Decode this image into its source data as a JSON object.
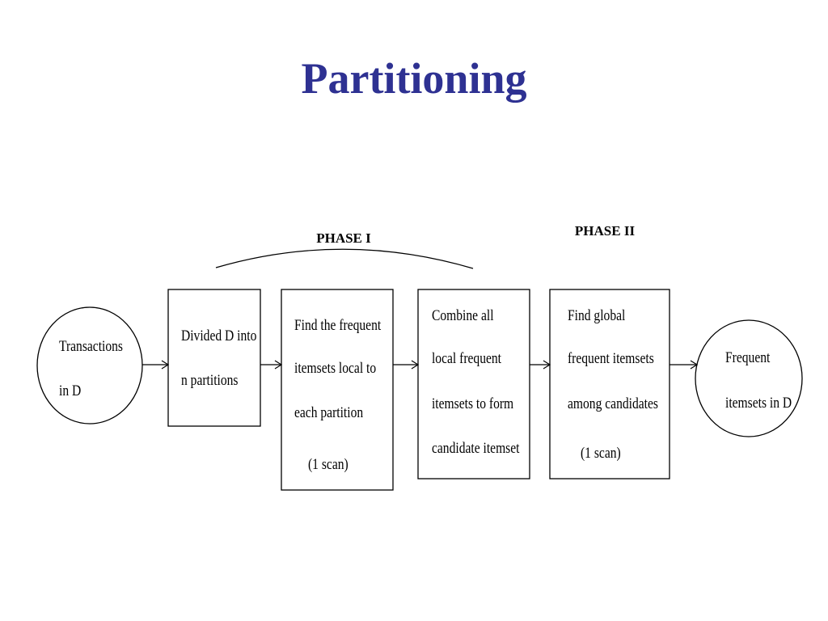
{
  "slide": {
    "title": "Partitioning"
  },
  "phases": {
    "phase1": "PHASE I",
    "phase2": "PHASE II"
  },
  "nodes": {
    "transactions": [
      "Transactions",
      "in D"
    ],
    "divide": [
      "Divided D into",
      "n partitions"
    ],
    "local": [
      "Find the frequent",
      "itemsets local to",
      "each partition",
      "(1 scan)"
    ],
    "combine": [
      "Combine all",
      "local frequent",
      "itemsets to form",
      "candidate itemset"
    ],
    "global": [
      "Find global",
      "frequent itemsets",
      "among candidates",
      "(1 scan)"
    ],
    "result": [
      "Frequent",
      "itemsets in D"
    ]
  }
}
